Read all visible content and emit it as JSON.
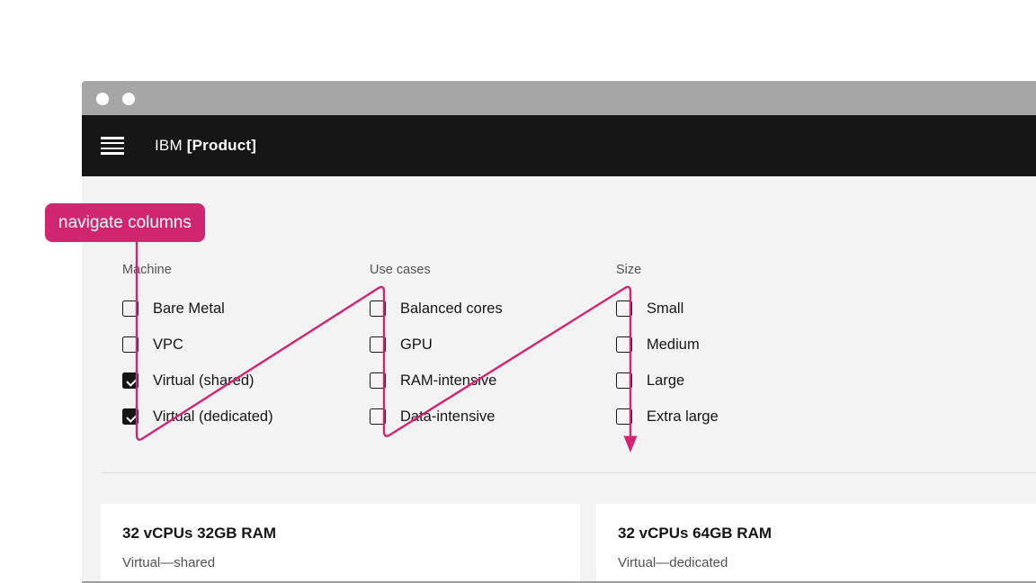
{
  "window": {
    "chrome": {
      "control_dots": 2
    },
    "header": {
      "brand_prefix": "IBM",
      "brand_product": "[Product]"
    }
  },
  "annotation": {
    "label": "navigate columns"
  },
  "filters": {
    "columns": [
      {
        "title": "Machine",
        "items": [
          {
            "label": "Bare Metal",
            "checked": false
          },
          {
            "label": "VPC",
            "checked": false
          },
          {
            "label": "Virtual (shared)",
            "checked": true
          },
          {
            "label": "Virtual (dedicated)",
            "checked": true
          }
        ]
      },
      {
        "title": "Use cases",
        "items": [
          {
            "label": "Balanced cores",
            "checked": false
          },
          {
            "label": "GPU",
            "checked": false
          },
          {
            "label": "RAM-intensive",
            "checked": false
          },
          {
            "label": "Data-intensive",
            "checked": false
          }
        ]
      },
      {
        "title": "Size",
        "items": [
          {
            "label": "Small",
            "checked": false
          },
          {
            "label": "Medium",
            "checked": false
          },
          {
            "label": "Large",
            "checked": false
          },
          {
            "label": "Extra large",
            "checked": false
          }
        ]
      }
    ]
  },
  "results": {
    "cards": [
      {
        "title": "32 vCPUs 32GB RAM",
        "subtitle": "Virtual—shared"
      },
      {
        "title": "32 vCPUs 64GB RAM",
        "subtitle": "Virtual—dedicated"
      }
    ]
  },
  "colors": {
    "accent": "#d02670",
    "header_bg": "#161616",
    "chrome_bg": "#a6a6a6",
    "content_bg": "#f3f3f3",
    "card_bg": "#ffffff",
    "text": "#161616",
    "muted": "#525252"
  }
}
